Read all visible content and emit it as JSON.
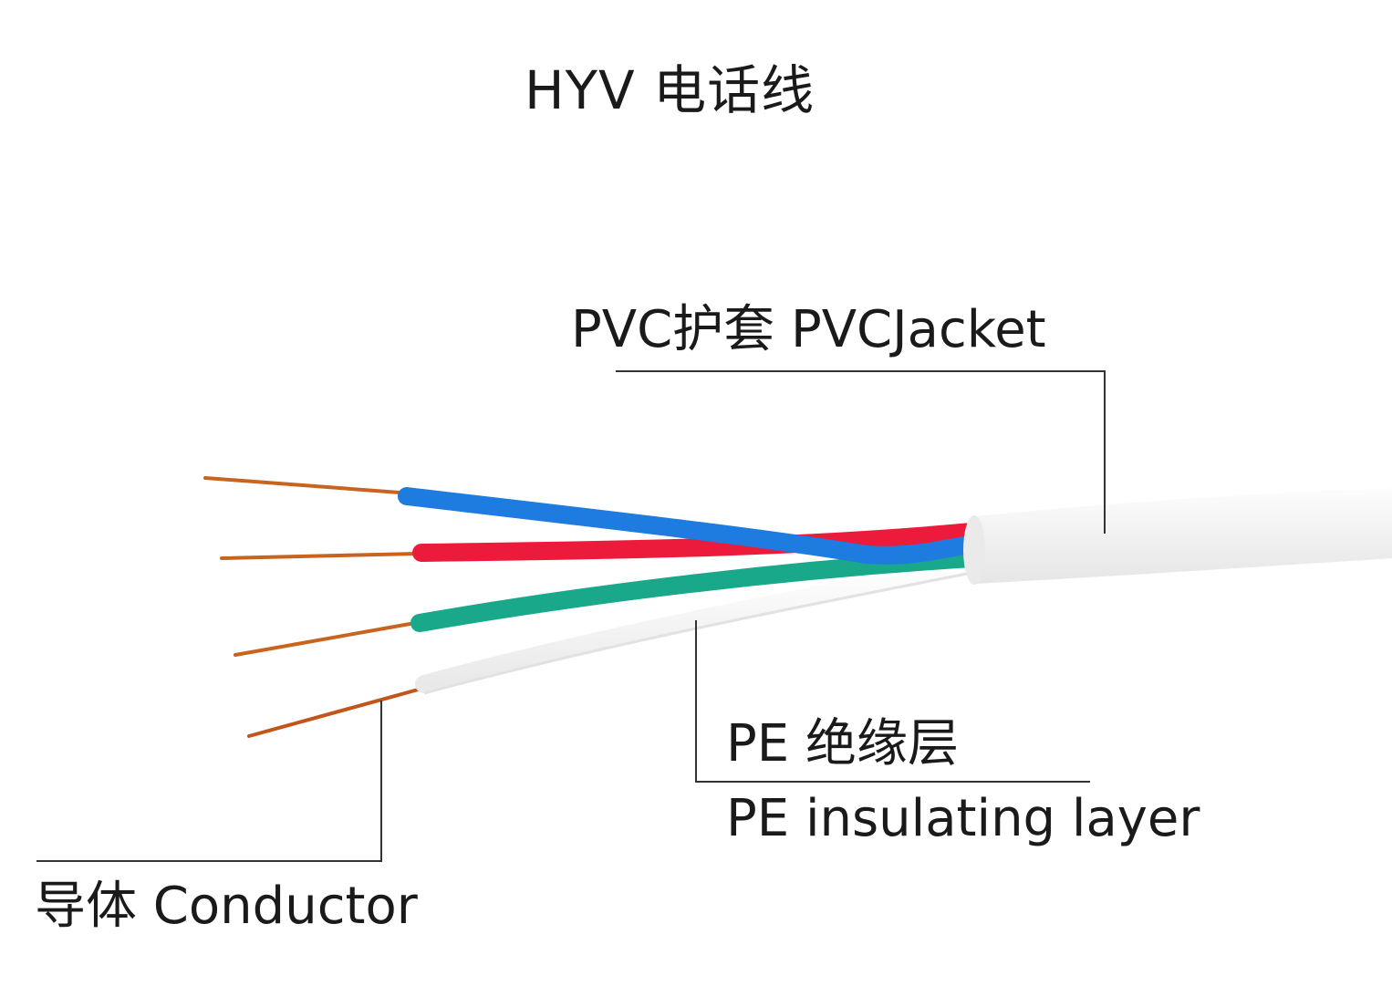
{
  "title": "HYV 电话线",
  "labels": {
    "jacket": "PVC护套  PVCJacket",
    "insulation_cn": "PE  绝缘层",
    "insulation_en": "PE insulating layer",
    "conductor": "导体 Conductor"
  },
  "colors": {
    "jacket": "#f6f6f6",
    "wire_blue": "#1e7be0",
    "wire_red": "#ec1b3b",
    "wire_green": "#19a88a",
    "wire_white": "#f4f4f4",
    "conductor_copper": "#c8641e",
    "leader_line": "#333333"
  }
}
